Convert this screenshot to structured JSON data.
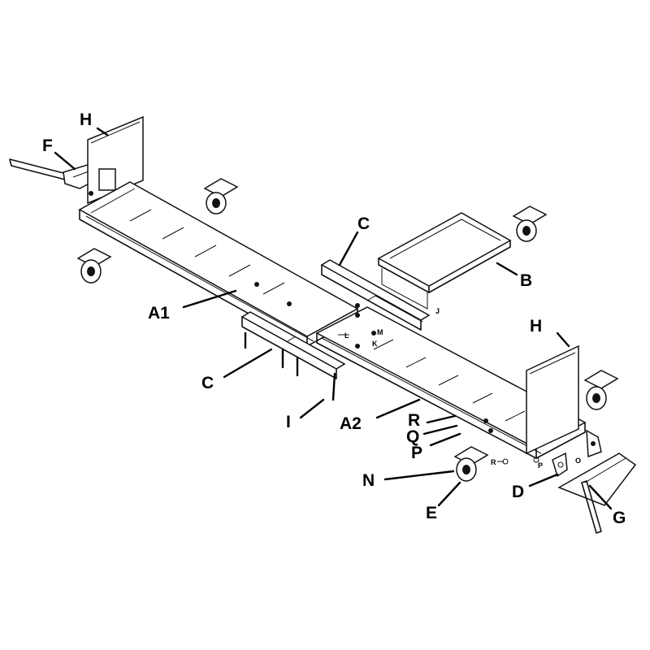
{
  "diagram": {
    "labels": {
      "H_left": "H",
      "F": "F",
      "C_top": "C",
      "B": "B",
      "A1": "A1",
      "H_right": "H",
      "C_bottom": "C",
      "I": "I",
      "A2": "A2",
      "R": "R",
      "Q": "Q",
      "P": "P",
      "N": "N",
      "E": "E",
      "D": "D",
      "G": "G",
      "J_small": "J",
      "L_small": "L",
      "M_small": "M",
      "K_small": "K",
      "R_small": "R",
      "P_small": "P",
      "O_small": "O"
    }
  }
}
